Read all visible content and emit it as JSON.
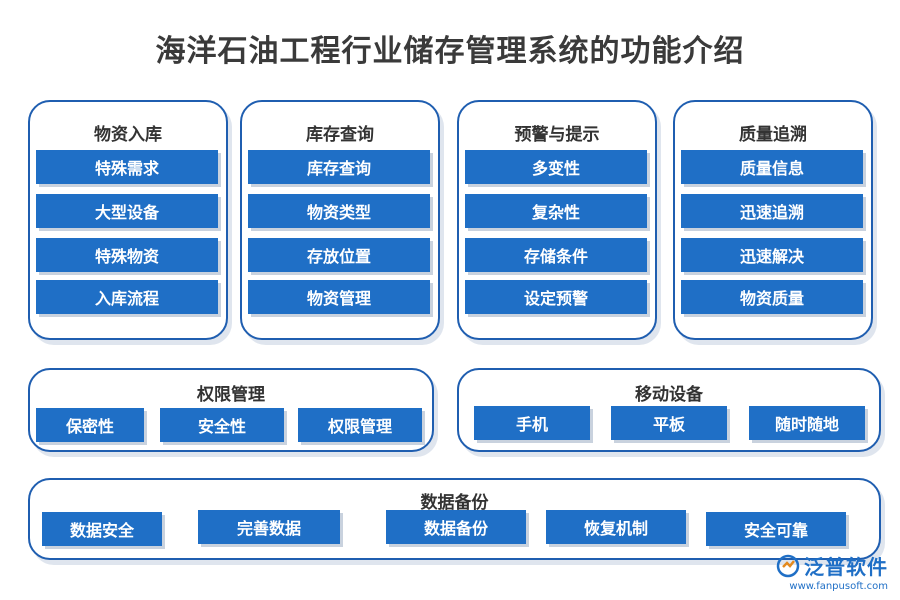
{
  "title": "海洋石油工程行业储存管理系统的功能介绍",
  "panels": [
    {
      "title": "物资入库",
      "items": [
        "特殊需求",
        "大型设备",
        "特殊物资",
        "入库流程"
      ]
    },
    {
      "title": "库存查询",
      "items": [
        "库存查询",
        "物资类型",
        "存放位置",
        "物资管理"
      ]
    },
    {
      "title": "预警与提示",
      "items": [
        "多变性",
        "复杂性",
        "存储条件",
        "设定预警"
      ]
    },
    {
      "title": "质量追溯",
      "items": [
        "质量信息",
        "迅速追溯",
        "迅速解决",
        "物资质量"
      ]
    },
    {
      "title": "权限管理",
      "items": [
        "保密性",
        "安全性",
        "权限管理"
      ]
    },
    {
      "title": "移动设备",
      "items": [
        "手机",
        "平板",
        "随时随地"
      ]
    },
    {
      "title": "数据备份",
      "items": [
        "数据安全",
        "完善数据",
        "数据备份",
        "恢复机制",
        "安全可靠"
      ]
    }
  ],
  "logo": {
    "name": "泛普软件",
    "url": "www.fanpusoft.com"
  },
  "colors": {
    "accent": "#1f6fc6",
    "border": "#1f5eb0"
  }
}
